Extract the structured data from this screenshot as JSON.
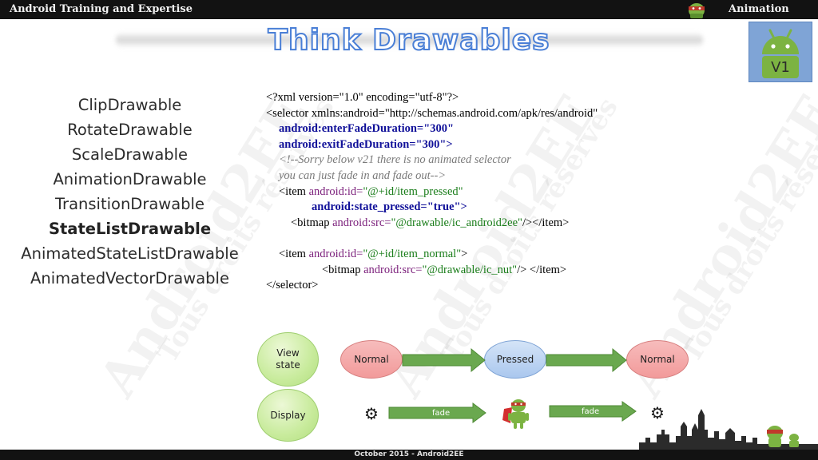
{
  "header": {
    "left_title": "Android Training and Expertise",
    "right_title": "Animation"
  },
  "slide": {
    "title": "Think Drawables",
    "version_badge": "V1"
  },
  "watermark": {
    "brand": "Android2EE",
    "rights": "Tous droits réservés"
  },
  "drawable_list": [
    {
      "label": "ClipDrawable",
      "active": false
    },
    {
      "label": "RotateDrawable",
      "active": false
    },
    {
      "label": "ScaleDrawable",
      "active": false
    },
    {
      "label": "AnimationDrawable",
      "active": false
    },
    {
      "label": "TransitionDrawable",
      "active": false
    },
    {
      "label": "StateListDrawable",
      "active": true
    },
    {
      "label": "AnimatedStateListDrawable",
      "active": false
    },
    {
      "label": "AnimatedVectorDrawable",
      "active": false
    }
  ],
  "code": {
    "l1": "<?xml version=\"1.0\" encoding=\"utf-8\"?>",
    "l2a": "<selector xmlns:android=",
    "l2b": "\"http://schemas.android.com/apk/res/android\"",
    "l3a": "android:enterFadeDuration=",
    "l3b": "\"300\"",
    "l4a": "android:exitFadeDuration=",
    "l4b": "\"300\">",
    "l5": "<!--Sorry below v21 there is no animated selector",
    "l6": "you can just fade in and fade out-->",
    "l7a": "<item ",
    "l7b": "android:id=",
    "l7c": "\"@+id/item_pressed\"",
    "l8a": "android:state_pressed=",
    "l8b": "\"true\">",
    "l9a": "<bitmap ",
    "l9b": "android:src=",
    "l9c": "\"@drawable/ic_android2ee\"",
    "l9d": "/></item>",
    "l10a": "<item ",
    "l10b": "android:id=",
    "l10c": "\"@+id/item_normal\"",
    "l10d": ">",
    "l11a": "<bitmap ",
    "l11b": "android:src=",
    "l11c": "\"@drawable/ic_nut\"",
    "l11d": "/> </item>",
    "l12": "</selector>"
  },
  "diagram": {
    "view_state_label": "View\nstate",
    "display_label": "Display",
    "states": [
      "Normal",
      "Pressed",
      "Normal"
    ],
    "fade_label_1": "fade",
    "fade_label_2": "fade"
  },
  "footer": {
    "text": "October 2015 - Android2EE"
  },
  "colors": {
    "title_stroke": "#4a7fd6",
    "state_normal": "#f29a9a",
    "state_pressed": "#aac7ee",
    "ellipse_green": "#c8eb9c",
    "arrow_green": "#6aa84f"
  }
}
